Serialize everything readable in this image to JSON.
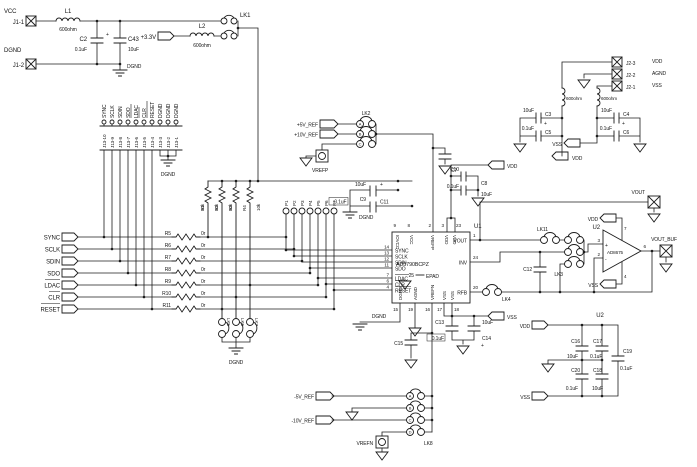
{
  "power_in": {
    "vcc": "VCC",
    "j1_1": "J1-1",
    "l1": "L1",
    "l1_val": "600ohm",
    "c2": "C2",
    "c2_val": "0.1uF",
    "c43": "C43",
    "c43_val": "10uF",
    "plus": "+",
    "dgnd_a": "DGND",
    "j1_2": "J1-2",
    "dgnd_b": "DGND",
    "p3v3": "+3.3V",
    "l2": "L2",
    "l2_val": "600ohm",
    "lk1": "LK1"
  },
  "j13": {
    "signals": [
      "SYNC",
      "SCLK",
      "SDIN",
      "SDO",
      "LDAC",
      "CLR",
      "RESET",
      "DGND",
      "DGND",
      "DGND"
    ],
    "pins": [
      "J13-10",
      "J13-9",
      "J13-8",
      "J13-7",
      "J13-6",
      "J13-5",
      "J13-4",
      "J13-3",
      "J13-2",
      "J13-1"
    ],
    "dgnd": "DGND"
  },
  "pullups": {
    "refs": [
      "R1",
      "R2",
      "R3",
      "R4"
    ],
    "val": "10k"
  },
  "signals": {
    "names": [
      "SYNC",
      "SCLK",
      "SDIN",
      "SDO",
      "LDAC",
      "CLR",
      "RESET"
    ],
    "res": [
      "R5",
      "R6",
      "R7",
      "R8",
      "R9",
      "R10",
      "R11"
    ],
    "res_val": "0r"
  },
  "gnd_links": {
    "refs": [
      "LK5",
      "LK6",
      "LK7"
    ],
    "dgnd": "DGND"
  },
  "testpoints": [
    "P1",
    "P2",
    "P3",
    "P4",
    "P5",
    "P6",
    "P7"
  ],
  "ref_pos": {
    "p5": "+5V_REF",
    "p10": "+10V_REF",
    "lk2": "LK2",
    "pos": [
      "A",
      "B",
      "C"
    ],
    "vrefp": "VREFP",
    "c7": "C7"
  },
  "iovcc_caps": {
    "c9": "C9",
    "c9_val": "10uF",
    "c11": "C11",
    "c11_val": "0.1uF",
    "plus": "+",
    "dgnd": "DGND"
  },
  "vdd_caps": {
    "c10": "C10",
    "c10_val": "0.1uF",
    "c8": "C8",
    "c8_val": "10uF",
    "vdd": "VDD"
  },
  "dac": {
    "ref": "U1",
    "part": "AD5790BCPZ",
    "epad_num": "25",
    "epad": "EPAD",
    "dgnd": "DGND",
    "top_nums": [
      "9",
      "8",
      "2",
      "3",
      "23"
    ],
    "top_names": [
      "IOVCC",
      "VCC",
      "VREFP",
      "VDD",
      "VDD"
    ],
    "left_nums": [
      "14",
      "13",
      "12",
      "11",
      "7",
      "6",
      "4"
    ],
    "right_nums": [
      "1",
      "24",
      "20"
    ],
    "right_names": [
      "VOUT",
      "INV",
      "RFB"
    ],
    "bot_nums": [
      "15",
      "19",
      "16",
      "17",
      "18"
    ],
    "bot_names": [
      "DGND",
      "AGND",
      "VREFN",
      "VSS",
      "VSS"
    ]
  },
  "vss_caps": {
    "c13": "C13",
    "c13_val": "0.1uF",
    "c14": "C14",
    "c14_val": "10uF",
    "plus": "+",
    "vss": "VSS",
    "c15": "C15"
  },
  "ref_neg": {
    "n5": "-5V_REF",
    "n10": "-10V_REF",
    "lk8": "LK8",
    "pos": [
      "A",
      "B",
      "C",
      "D"
    ],
    "vrefn": "VREFN"
  },
  "output": {
    "lk11": "LK11",
    "c12": "C12",
    "lk4": "LK4",
    "lk3": "LK3",
    "u2": "U2",
    "part": "AD8675",
    "n3": "3",
    "n2": "2",
    "n7": "7",
    "n4": "4",
    "n6": "6",
    "plus": "+",
    "minus": "-",
    "vdd": "VDD",
    "vss": "VSS",
    "vout": "VOUT",
    "vout_buf": "VOUT_BUF"
  },
  "j2": {
    "rows": [
      {
        "pin": "J2-3",
        "net": "VDD"
      },
      {
        "pin": "J2-2",
        "net": "AGND"
      },
      {
        "pin": "J2-1",
        "net": "VSS"
      }
    ],
    "l_val": "600ohm",
    "c3": "C3",
    "c3_val": "10uF",
    "c5": "C5",
    "c5_val": "0.1uF",
    "c4": "C4",
    "c4_val": "10uF",
    "c6": "C6",
    "c6_val": "0.1uF",
    "plus": "+",
    "vdd": "VDD",
    "vss": "VSS"
  },
  "u2_decap": {
    "u2": "U2",
    "vdd": "VDD",
    "vss": "VSS",
    "c16": "C16",
    "c16_val": "10uF",
    "c17": "C17",
    "c17_val": "0.1uF",
    "c19": "C19",
    "c19_val": "0.1uF",
    "c20": "C20",
    "c20_val": "0.1uF",
    "c18": "C18",
    "c18_val": "10uF"
  }
}
